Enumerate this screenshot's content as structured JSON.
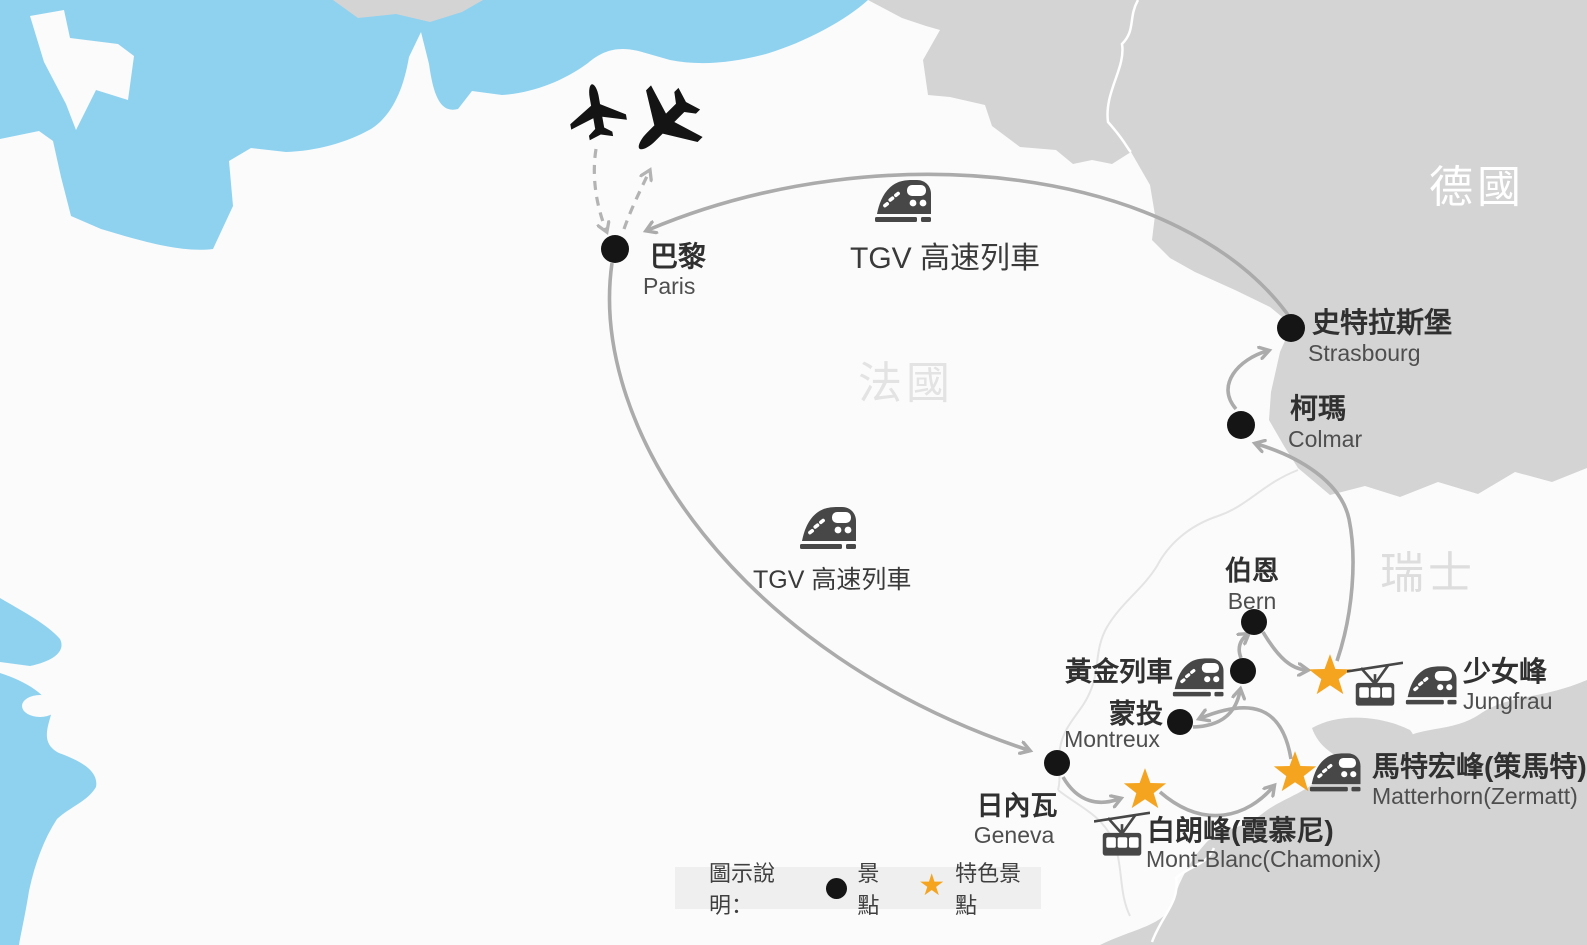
{
  "map": {
    "countries": {
      "france": {
        "label": "法國"
      },
      "germany": {
        "label": "德國"
      },
      "switzerland": {
        "label": "瑞士"
      }
    },
    "cities": {
      "paris": {
        "zh": "巴黎",
        "en": "Paris"
      },
      "strasbourg": {
        "zh": "史特拉斯堡",
        "en": "Strasbourg"
      },
      "colmar": {
        "zh": "柯瑪",
        "en": "Colmar"
      },
      "bern": {
        "zh": "伯恩",
        "en": "Bern"
      },
      "montreux": {
        "zh": "蒙投",
        "en": "Montreux"
      },
      "geneva": {
        "zh": "日內瓦",
        "en": "Geneva"
      }
    },
    "highlights": {
      "jungfrau": {
        "zh": "少女峰",
        "en": "Jungfrau",
        "icons": [
          "cable-car-icon",
          "train-icon"
        ]
      },
      "matterhorn": {
        "zh": "馬特宏峰(策馬特)",
        "en": "Matterhorn(Zermatt)",
        "icons": [
          "train-icon"
        ]
      },
      "mont_blanc": {
        "zh": "白朗峰(霞慕尼)",
        "en": "Mont-Blanc(Chamonix)",
        "icons": [
          "cable-car-icon"
        ]
      }
    },
    "transport": {
      "tgv_north": "TGV 高速列車",
      "tgv_south": "TGV 高速列車",
      "golden_train": "黃金列車",
      "plane_icons": [
        "airplane-icon",
        "airplane-icon"
      ]
    },
    "legend": {
      "title": "圖示說明：",
      "items": [
        {
          "icon": "dot-marker-icon",
          "label": "景點"
        },
        {
          "icon": "star-marker-icon",
          "label": "特色景點"
        }
      ]
    },
    "colors": {
      "sea": "#8FD2F0",
      "neighbor_land": "#D4D4D4",
      "home_land": "#FBFBFB",
      "route": "#ABABAB",
      "dashed_route": "#B3B3B3",
      "star": "#F5A41F",
      "marker_dot": "#151515",
      "icon": "#474747",
      "legend_bg": "#EFEFEF"
    }
  }
}
